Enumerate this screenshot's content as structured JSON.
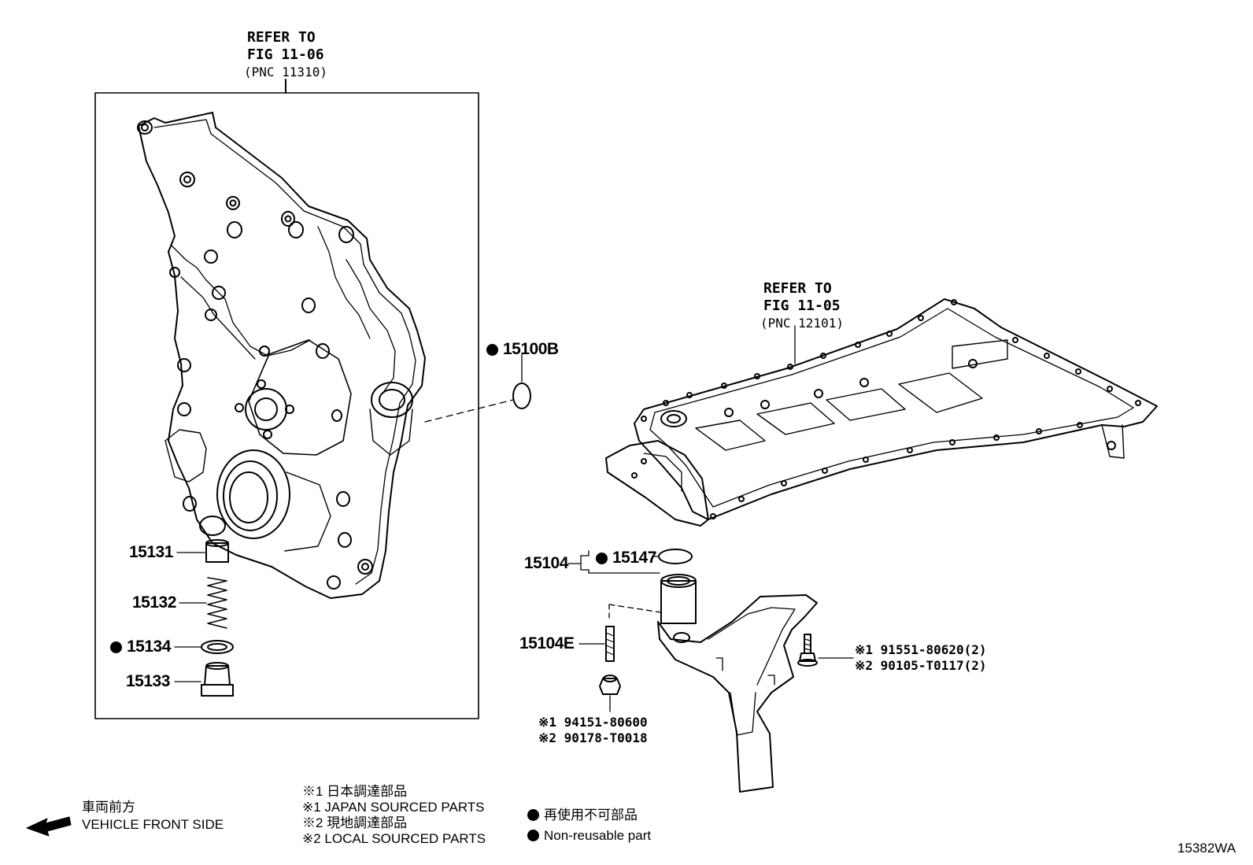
{
  "refer_front_cover": {
    "line1": "REFER TO",
    "line2": "FIG 11-06",
    "line3": "(PNC 11310)"
  },
  "refer_oil_pan": {
    "line1": "REFER TO",
    "line2": "FIG 11-05",
    "line3": "(PNC 12101)"
  },
  "parts": {
    "p15100B": "15100B",
    "p15131": "15131",
    "p15132": "15132",
    "p15134": "15134",
    "p15133": "15133",
    "p15104": "15104",
    "p15147": "15147",
    "p15104E": "15104E"
  },
  "bolt_codes": {
    "line1": "※1  91551-80620(2)",
    "line2": "※2  90105-T0117(2)"
  },
  "nut_codes": {
    "line1": "※1  94151-80600",
    "line2": "※2  90178-T0018"
  },
  "front_side": {
    "jp": "車両前方",
    "en": "VEHICLE FRONT SIDE"
  },
  "legend_source": {
    "l1": "※1  日本調達部品",
    "l2": "※1  JAPAN SOURCED PARTS",
    "l3": "※2  現地調達部品",
    "l4": "※2  LOCAL SOURCED PARTS"
  },
  "legend_reuse": {
    "jp": "再使用不可部品",
    "en": "Non-reusable part"
  },
  "figure_id": "15382WA"
}
